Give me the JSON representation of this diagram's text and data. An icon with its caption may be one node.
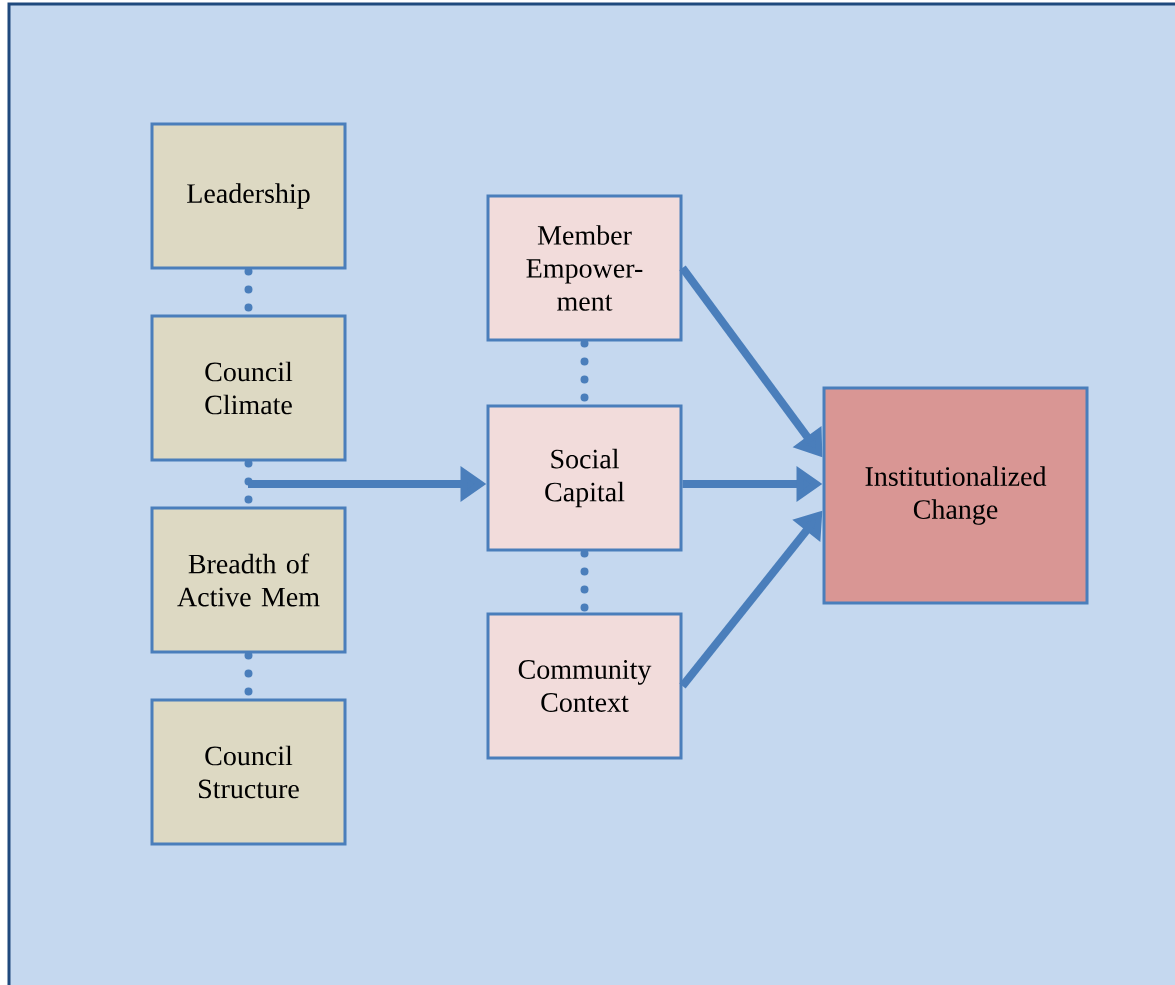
{
  "diagram": {
    "nodes": [
      {
        "text": [
          "Leadership"
        ]
      },
      {
        "text": [
          "Council Climate"
        ]
      },
      {
        "text": [
          "Breadth of Active Mem"
        ]
      },
      {
        "text": [
          "Council Structure"
        ]
      },
      {
        "text": [
          "Member Empower-ment"
        ]
      },
      {
        "text": [
          "Social Capital"
        ]
      },
      {
        "text": [
          "Community Context"
        ]
      },
      {
        "text": [
          "Institutionalized Change"
        ]
      }
    ],
    "edges": [
      {
        "from": 0,
        "to": 1,
        "arrow": "none",
        "style": "dashed"
      },
      {
        "from": 1,
        "to": 2,
        "arrow": "none",
        "style": "dashed"
      },
      {
        "from": 2,
        "to": 3,
        "arrow": "none",
        "style": "dashed"
      },
      {
        "from": 4,
        "to": 5,
        "arrow": "none",
        "style": "dashed"
      },
      {
        "from": 5,
        "to": 6,
        "arrow": "none",
        "style": "dashed"
      },
      {
        "from": null,
        "to": 5,
        "arrow": "to"
      },
      {
        "from": 4,
        "to": 7,
        "arrow": "to"
      },
      {
        "from": 5,
        "to": 7,
        "arrow": "to"
      },
      {
        "from": 6,
        "to": 7,
        "arrow": "to"
      }
    ]
  }
}
